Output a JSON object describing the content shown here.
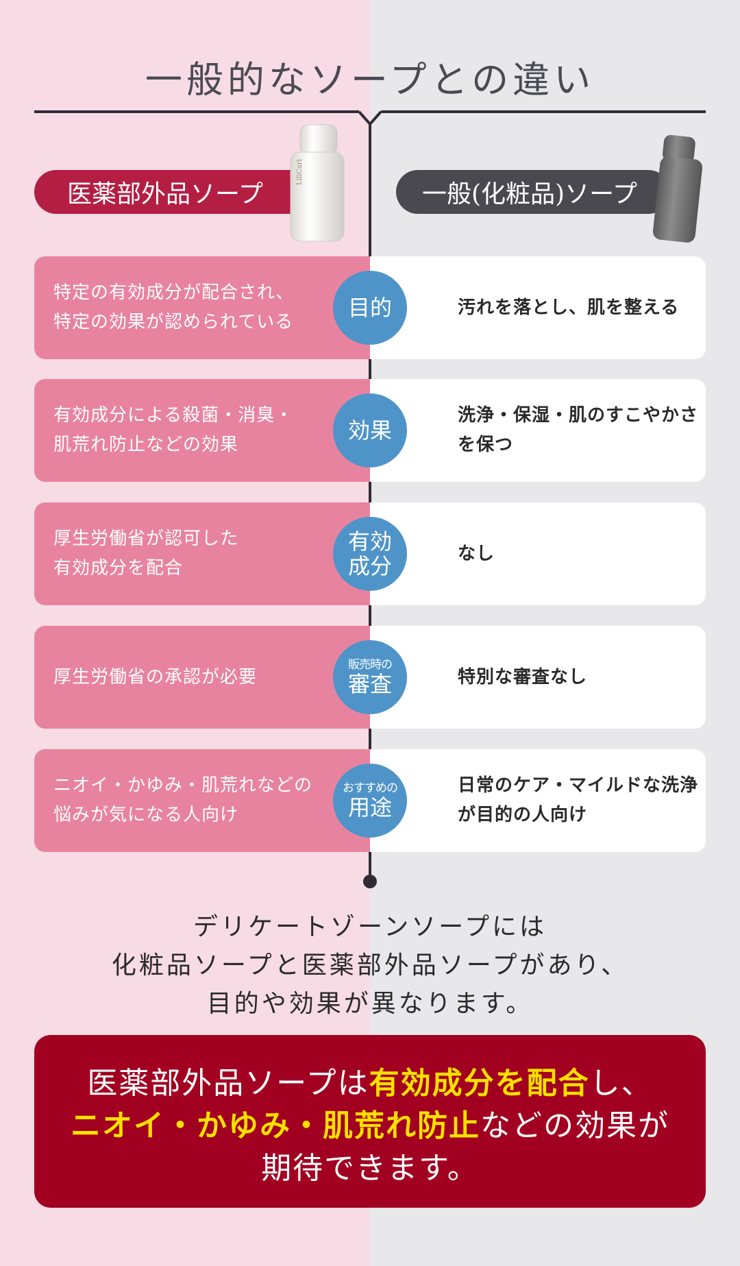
{
  "title": "一般的なソープとの違い",
  "left_header": "医薬部外品ソープ",
  "right_header": "一般(化粧品)ソープ",
  "bottle_brand": "LiliCarl",
  "rows": [
    {
      "label": [
        "目的"
      ],
      "left": [
        "特定の有効成分が配合され、",
        "特定の効果が認められている"
      ],
      "right": [
        "汚れを落とし、肌を整える"
      ]
    },
    {
      "label": [
        "効果"
      ],
      "left": [
        "有効成分による殺菌・消臭・",
        "肌荒れ防止などの効果"
      ],
      "right": [
        "洗浄・保湿・肌のすこやかさ",
        "を保つ"
      ]
    },
    {
      "label": [
        "有効",
        "成分"
      ],
      "left": [
        "厚生労働省が認可した",
        "有効成分を配合"
      ],
      "right": [
        "なし"
      ]
    },
    {
      "label": [
        "販売時の",
        "審査"
      ],
      "left": [
        "厚生労働省の承認が必要"
      ],
      "right": [
        "特別な審査なし"
      ]
    },
    {
      "label": [
        "おすすめの",
        "用途"
      ],
      "left": [
        "ニオイ・かゆみ・肌荒れなどの",
        "悩みが気になる人向け"
      ],
      "right": [
        "日常のケア・マイルドな洗浄",
        "が目的の人向け"
      ]
    }
  ],
  "summary": [
    "デリケートゾーンソープには",
    "化粧品ソープと医薬部外品ソープがあり、",
    "目的や効果が異なります。"
  ],
  "callout": {
    "line1_a": "医薬部外品ソープは",
    "line1_hl": "有効成分を配合",
    "line1_b": "し、",
    "line2_hl": "ニオイ・かゆみ・肌荒れ防止",
    "line2_b": "などの効果が",
    "line3": "期待できます。"
  },
  "colors": {
    "left_bg": "#f7dbe5",
    "right_bg": "#e8e7ea",
    "left_cell": "#e8839f",
    "left_pill": "#b41e43",
    "right_pill": "#4a4950",
    "circle": "#4f94c9",
    "callout_bg": "#a20020",
    "highlight": "#ffe000"
  }
}
